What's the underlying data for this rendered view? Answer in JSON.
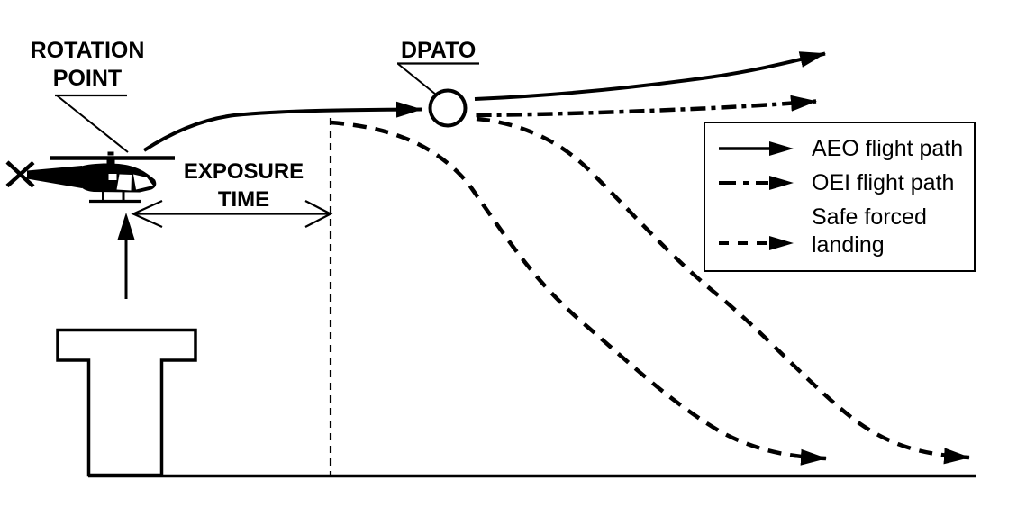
{
  "colors": {
    "ink": "#000000",
    "paper": "#ffffff"
  },
  "labels": {
    "rotation_point_line1": "ROTATION",
    "rotation_point_line2": "POINT",
    "dpato": "DPATO",
    "exposure_line1": "EXPOSURE",
    "exposure_line2": "TIME"
  },
  "legend": {
    "items": [
      {
        "label": "AEO flight path",
        "line_style": "solid-arrow"
      },
      {
        "label": "OEI flight path",
        "line_style": "dash-dot-arrow"
      },
      {
        "label": "Safe forced landing",
        "line_style": "dashed-arrow"
      }
    ]
  }
}
